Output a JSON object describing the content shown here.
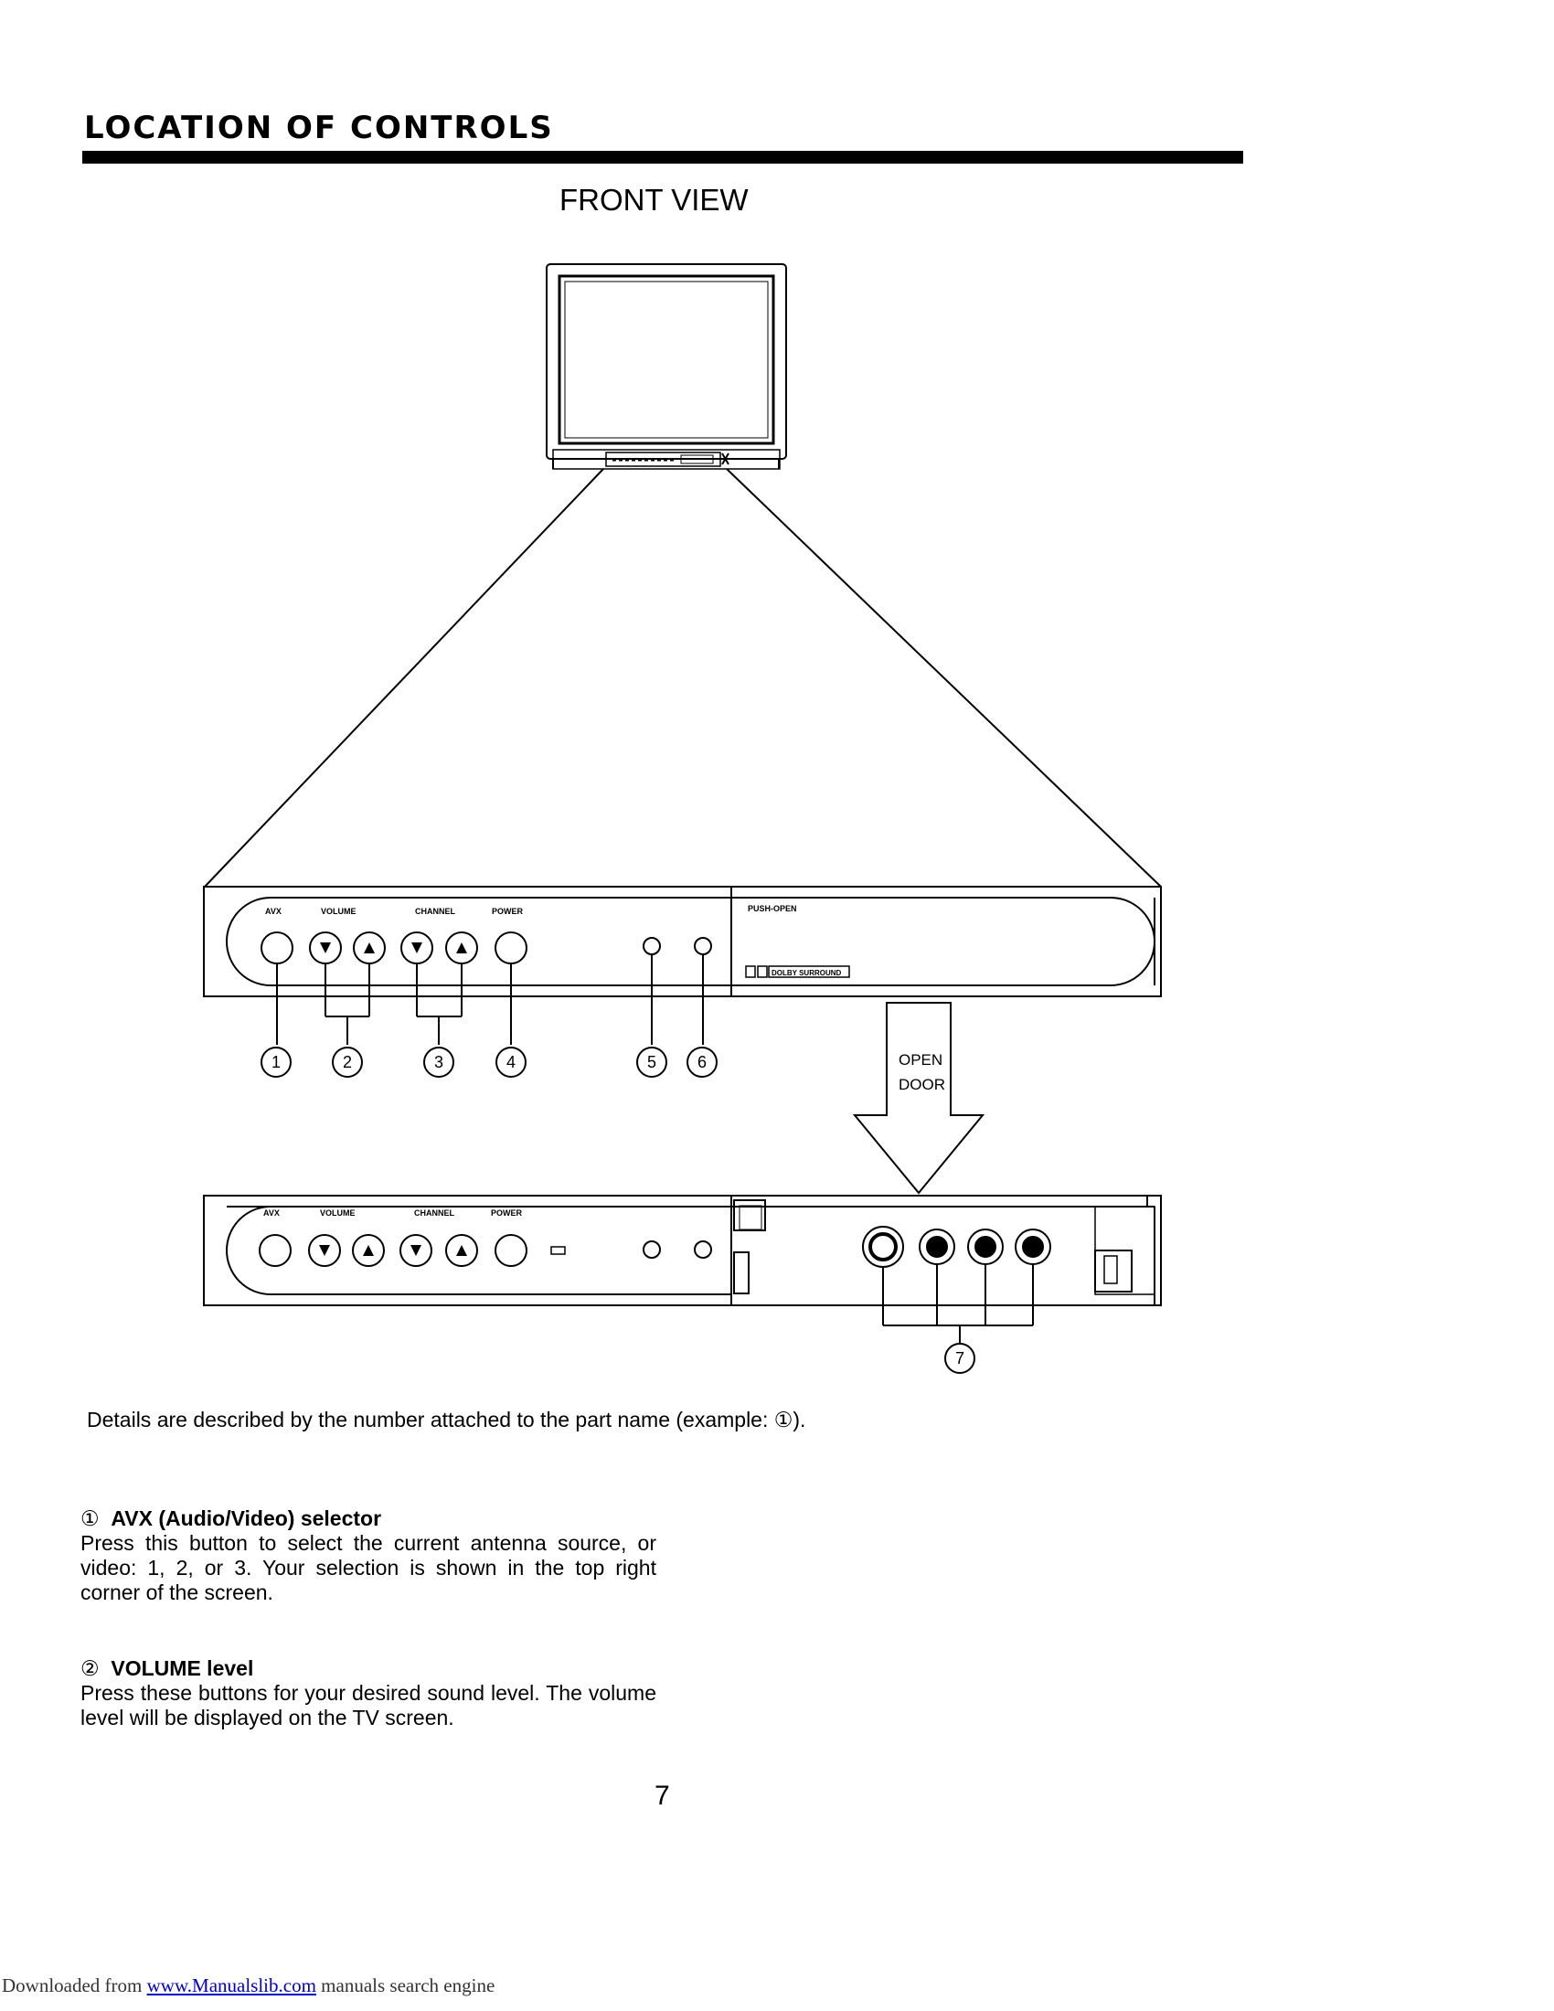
{
  "page": {
    "heading": "LOCATION OF CONTROLS",
    "view_title": "FRONT VIEW",
    "page_number": "7"
  },
  "panel": {
    "labels": {
      "avx": "AVX",
      "volume": "VOLUME",
      "channel": "CHANNEL",
      "power": "POWER"
    },
    "push_open": "PUSH-OPEN",
    "dolby": "DOLBY SURROUND",
    "arrow_text_line1": "OPEN",
    "arrow_text_line2": "DOOR"
  },
  "callouts": [
    "1",
    "2",
    "3",
    "4",
    "5",
    "6",
    "7"
  ],
  "note": "Details are described  by the number attached to the part name (example: ①).",
  "sections": [
    {
      "marker": "①",
      "title": "AVX (Audio/Video) selector",
      "body": "Press this button to select the current antenna source, or video: 1, 2, or 3. Your selection is shown in the top right corner of the screen."
    },
    {
      "marker": "②",
      "title": "VOLUME level",
      "body": "Press these buttons for your desired sound level. The volume level will be displayed on the TV screen."
    }
  ],
  "footer": {
    "prefix": "Downloaded from ",
    "link": "www.Manualslib.com",
    "suffix": " manuals search engine"
  }
}
